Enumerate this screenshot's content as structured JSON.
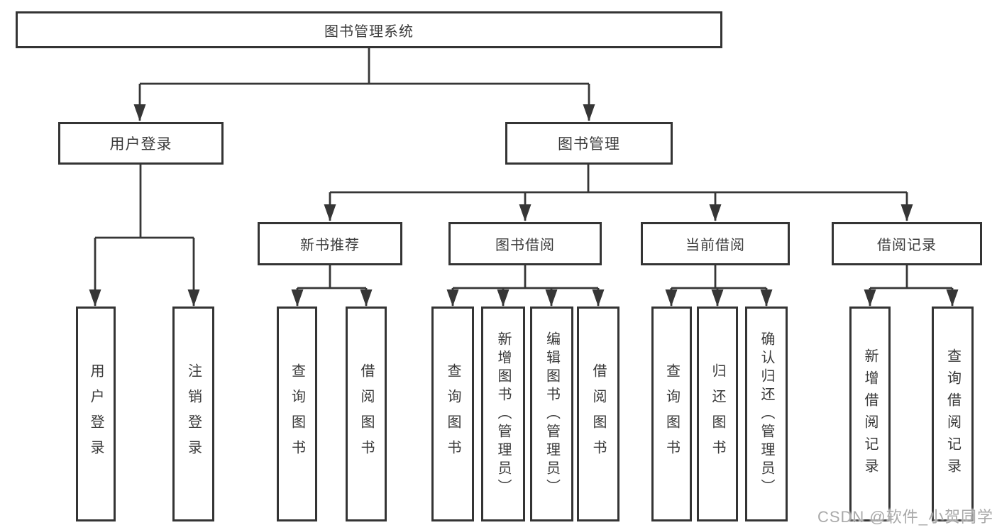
{
  "diagram": {
    "title": "图书管理系统",
    "root": {
      "label": "图书管理系统"
    },
    "level2": [
      {
        "id": "user-login",
        "label": "用户登录"
      },
      {
        "id": "book-management",
        "label": "图书管理"
      }
    ],
    "level3": [
      {
        "id": "new-book-recommend",
        "label": "新书推荐",
        "parent": "book-management"
      },
      {
        "id": "book-borrow",
        "label": "图书借阅",
        "parent": "book-management"
      },
      {
        "id": "current-borrow",
        "label": "当前借阅",
        "parent": "book-management"
      },
      {
        "id": "borrow-records",
        "label": "借阅记录",
        "parent": "book-management"
      }
    ],
    "leaves": [
      {
        "id": "user-login-leaf",
        "label": "用户登录",
        "parent": "user-login"
      },
      {
        "id": "logout",
        "label": "注销登录",
        "parent": "user-login"
      },
      {
        "id": "query-books-1",
        "label": "查询图书",
        "parent": "new-book-recommend"
      },
      {
        "id": "borrow-books-1",
        "label": "借阅图书",
        "parent": "new-book-recommend"
      },
      {
        "id": "query-books-2",
        "label": "查询图书",
        "parent": "book-borrow"
      },
      {
        "id": "add-book-admin",
        "label": "新增图书（管理员）",
        "parent": "book-borrow"
      },
      {
        "id": "edit-book-admin",
        "label": "编辑图书（管理员）",
        "parent": "book-borrow"
      },
      {
        "id": "borrow-books-2",
        "label": "借阅图书",
        "parent": "book-borrow"
      },
      {
        "id": "query-books-3",
        "label": "查询图书",
        "parent": "current-borrow"
      },
      {
        "id": "return-books",
        "label": "归还图书",
        "parent": "current-borrow"
      },
      {
        "id": "confirm-return-admin",
        "label": "确认归还（管理员）",
        "parent": "current-borrow"
      },
      {
        "id": "add-borrow-record",
        "label": "新增借阅记录",
        "parent": "borrow-records"
      },
      {
        "id": "query-borrow-record",
        "label": "查询借阅记录",
        "parent": "borrow-records"
      }
    ],
    "watermark": "CSDN @软件_小贺同学",
    "colors": {
      "line": "#363636",
      "border": "#343434",
      "text": "#3a3a3a",
      "watermark": "#a9a9a9",
      "background": "#ffffff"
    }
  }
}
